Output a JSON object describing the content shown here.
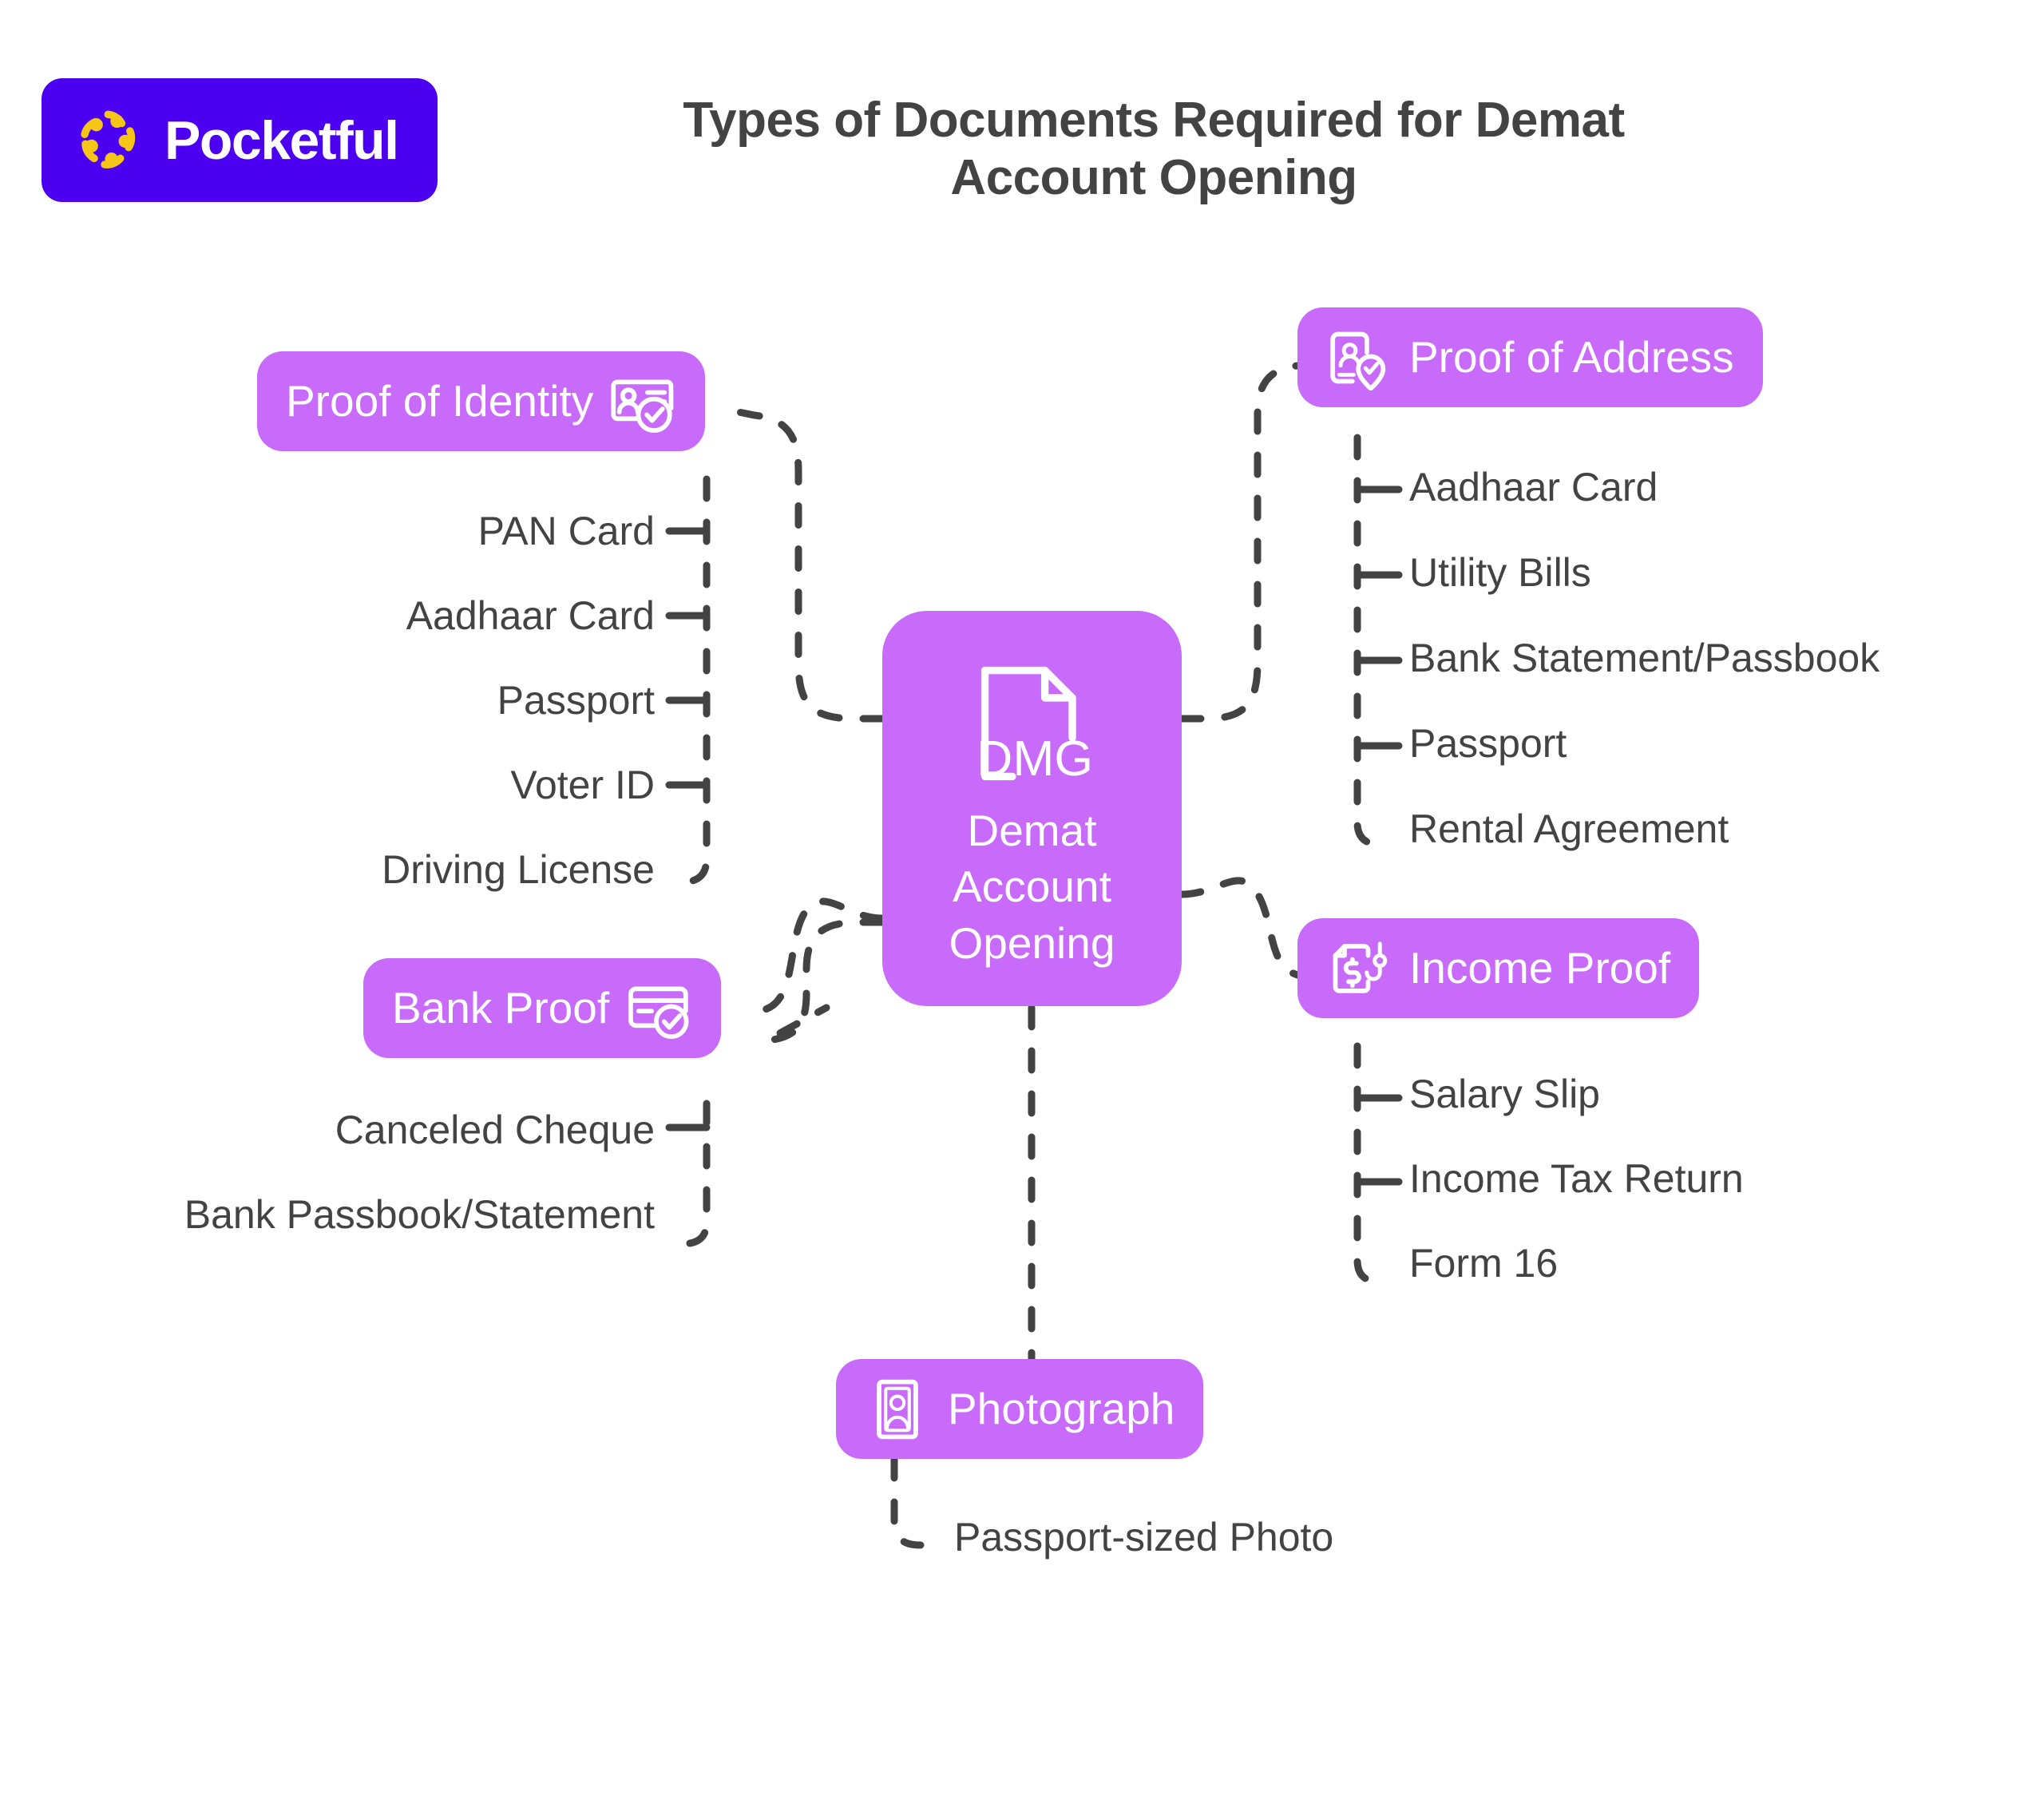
{
  "brand": {
    "logo_text": "Pocketful",
    "logo_bg_color": "#4B00F0",
    "logo_icon_color": "#F5C518",
    "logo_icon_name": "pocketful-pinwheel-icon"
  },
  "title": "Types of Documents Required for Demat Account Opening",
  "theme": {
    "node_color": "#C86AFA",
    "text_color": "#434343",
    "connector_color": "#434343",
    "background": "#FFFFFF"
  },
  "center": {
    "icon_name": "document-dmg-icon",
    "icon_text": "DMG",
    "line1": "Demat",
    "line2": "Account",
    "line3": "Opening"
  },
  "branches": [
    {
      "id": "proof-of-identity",
      "label": "Proof of Identity",
      "icon_name": "id-card-check-icon",
      "icon_side": "right",
      "items": [
        "PAN Card",
        "Aadhaar Card",
        "Passport",
        "Voter ID",
        "Driving License"
      ]
    },
    {
      "id": "proof-of-address",
      "label": "Proof of Address",
      "icon_name": "id-card-location-pin-icon",
      "icon_side": "left",
      "items": [
        "Aadhaar Card",
        "Utility Bills",
        "Bank Statement/Passbook",
        "Passport",
        "Rental Agreement"
      ]
    },
    {
      "id": "bank-proof",
      "label": "Bank Proof",
      "icon_name": "credit-card-check-icon",
      "icon_side": "right",
      "items": [
        "Canceled Cheque",
        "Bank Passbook/Statement"
      ]
    },
    {
      "id": "income-proof",
      "label": "Income Proof",
      "icon_name": "document-dollar-icon",
      "icon_side": "left",
      "items": [
        "Salary Slip",
        "Income Tax Return",
        "Form 16"
      ]
    },
    {
      "id": "photograph",
      "label": "Photograph",
      "icon_name": "portrait-photo-icon",
      "icon_side": "left",
      "items": [
        "Passport-sized Photo"
      ]
    }
  ]
}
